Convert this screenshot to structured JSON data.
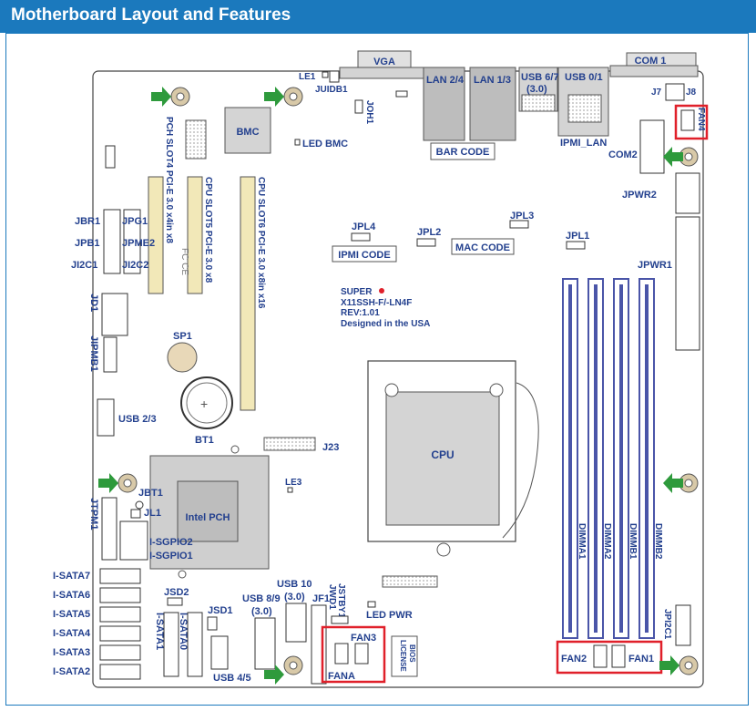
{
  "title": "Motherboard Layout and Features",
  "board": {
    "brand": "SUPER",
    "model": "X11SSH-F/-LN4F",
    "revision": "REV:1.01",
    "origin": "Designed in the USA"
  },
  "labels": {
    "vga": "VGA",
    "com1": "COM 1",
    "le1": "LE1",
    "juidb1": "JUIDB1",
    "lan24": "LAN 2/4",
    "lan13": "LAN 1/3",
    "usb67": "USB 6/7",
    "usb67b": "(3.0)",
    "usb01": "USB 0/1",
    "ipmi_lan": "IPMI_LAN",
    "bar_code": "BAR CODE",
    "j7": "J7",
    "j8": "J8",
    "fan4": "FAN4",
    "com2": "COM2",
    "joh1": "JOH1",
    "bmc": "BMC",
    "led_bmc": "LED BMC",
    "pch_slot4": "PCH SLOT4 PCI-E 3.0 x4in x8",
    "cpu_slot5": "CPU SLOT5 PCI-E 3.0 x8",
    "cpu_slot6": "CPU SLOT6 PCI-E 3.0 x8in x16",
    "jpwr2": "JPWR2",
    "jpwr1": "JPWR1",
    "jbr1": "JBR1",
    "jpg1": "JPG1",
    "jpb1": "JPB1",
    "jpme2": "JPME2",
    "ji2c1": "JI2C1",
    "ji2c2": "JI2C2",
    "fcce": "FC CE",
    "jpl4": "JPL4",
    "jpl2": "JPL2",
    "jpl3": "JPL3",
    "jpl1": "JPL1",
    "ipmi_code": "IPMI CODE",
    "mac_code": "MAC CODE",
    "jd1": "JD1",
    "jipmb1": "JIPMB1",
    "sp1": "SP1",
    "bt1": "BT1",
    "usb23": "USB 2/3",
    "cpu": "CPU",
    "j23": "J23",
    "le3": "LE3",
    "jbt1": "JBT1",
    "jl1": "JL1",
    "jtpm1": "JTPM1",
    "intel_pch": "Intel PCH",
    "sgpio2": "I-SGPIO2",
    "sgpio1": "I-SGPIO1",
    "sata7": "I-SATA7",
    "sata6": "I-SATA6",
    "sata5": "I-SATA5",
    "sata4": "I-SATA4",
    "sata3": "I-SATA3",
    "sata2": "I-SATA2",
    "sata1": "I-SATA1",
    "sata0": "I-SATA0",
    "jsd2": "JSD2",
    "jsd1": "JSD1",
    "usb45": "USB 4/5",
    "usb89": "USB 8/9",
    "usb89b": "(3.0)",
    "usb10": "USB 10",
    "usb10b": "(3.0)",
    "jf1": "JF1",
    "jwd1": "JWD1",
    "jstby1": "JSTBY1",
    "fan3": "FAN3",
    "fana": "FANA",
    "led_pwr": "LED PWR",
    "bios": "BIOS",
    "license": "LICENSE",
    "fan2": "FAN2",
    "fan1": "FAN1",
    "jpi2c1": "JPI2C1",
    "dimma1": "DIMMA1",
    "dimma2": "DIMMA2",
    "dimmb1": "DIMMB1",
    "dimmb2": "DIMMB2"
  },
  "colors": {
    "banner": "#1b79bd",
    "label": "#23408e",
    "highlight": "#e0202a",
    "arrow": "#2e9a3c",
    "dimm": "#4a55a8"
  }
}
